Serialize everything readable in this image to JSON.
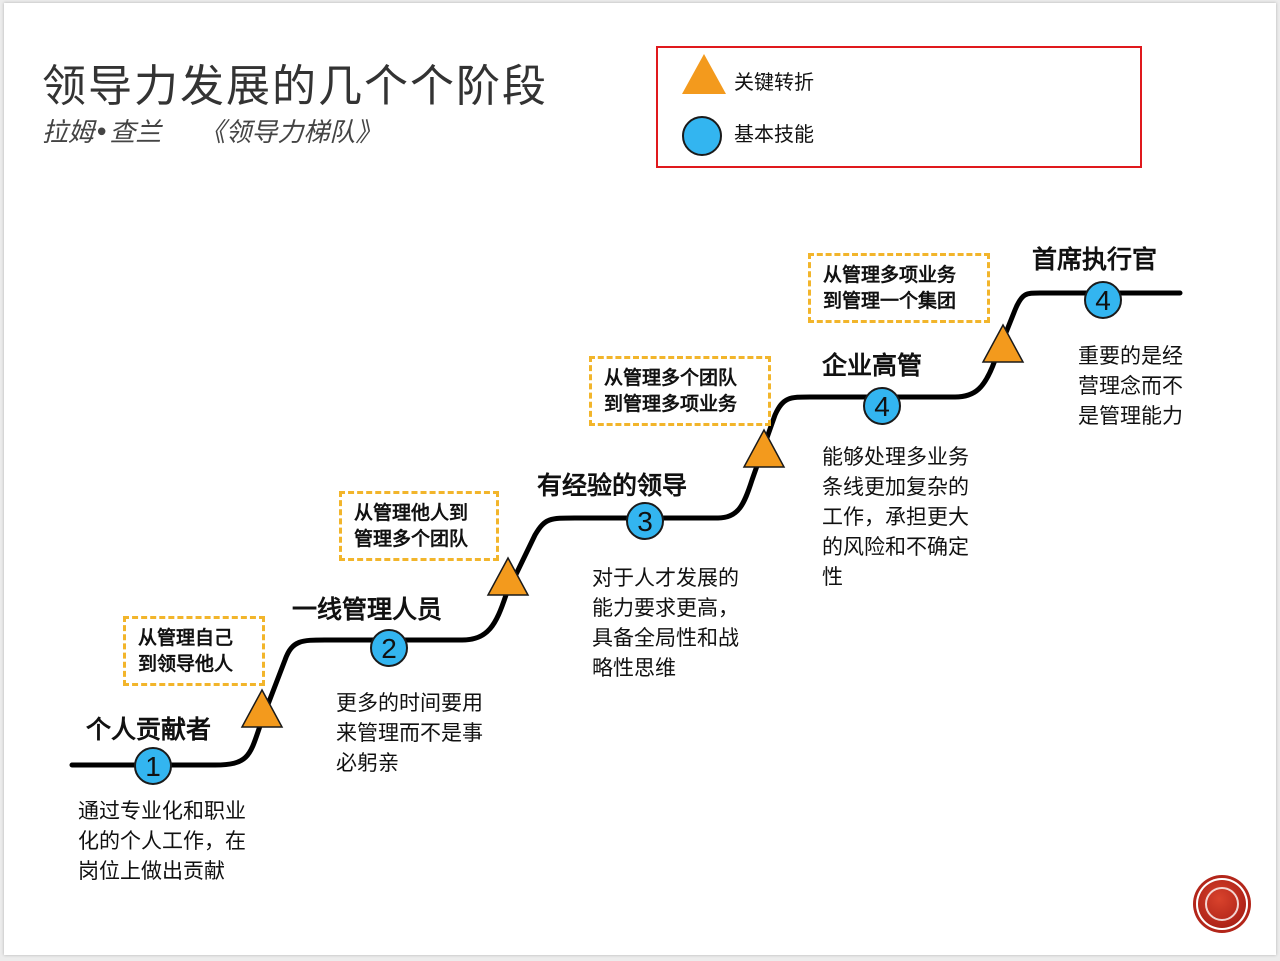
{
  "title": "领导力发展的几个个阶段",
  "author": "拉姆•查兰",
  "book": "《领导力梯队》",
  "legend": {
    "key_transition": "关键转折",
    "basic_skill": "基本技能"
  },
  "colors": {
    "triangle": "#f39a1d",
    "circle": "#33b5f0",
    "dashed_border": "#f2b52b",
    "legend_border": "#e0191d",
    "path": "#000000"
  },
  "levels": [
    {
      "name": "个人贡献者",
      "number": "1",
      "desc": [
        "通过专业化和职业",
        "化的个人工作，在",
        "岗位上做出贡献"
      ]
    },
    {
      "name": "一线管理人员",
      "number": "2",
      "desc": [
        "更多的时间要用",
        "来管理而不是事",
        "必躬亲"
      ]
    },
    {
      "name": "有经验的领导",
      "number": "3",
      "desc": [
        "对于人才发展的",
        "能力要求更高，",
        "具备全局性和战",
        "略性思维"
      ]
    },
    {
      "name": "企业高管",
      "number": "4",
      "desc": [
        "能够处理多业务",
        "条线更加复杂的",
        "工作，承担更大",
        "的风险和不确定",
        "性"
      ]
    },
    {
      "name": "首席执行官",
      "number": "4",
      "desc": [
        "重要的是经",
        "营理念而不",
        "是管理能力"
      ]
    }
  ],
  "transitions": [
    [
      "从管理自己",
      "到领导他人"
    ],
    [
      "从管理他人到",
      "管理多个团队"
    ],
    [
      "从管理多个团队",
      "到管理多项业务"
    ],
    [
      "从管理多项业务",
      "到管理一个集团"
    ]
  ]
}
